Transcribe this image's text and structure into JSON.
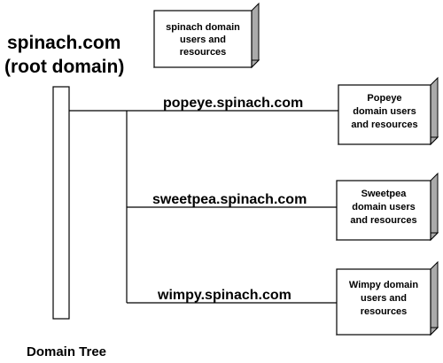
{
  "root": {
    "title_line1": "spinach.com",
    "title_line2": "(root domain)",
    "box_lines": [
      "spinach domain",
      "users and",
      "resources"
    ]
  },
  "children": [
    {
      "label": "popeye.spinach.com",
      "box_lines": [
        "Popeye",
        "domain users",
        "and resources"
      ]
    },
    {
      "label": "sweetpea.spinach.com",
      "box_lines": [
        "Sweetpea",
        "domain users",
        "and resources"
      ]
    },
    {
      "label": "wimpy.spinach.com",
      "box_lines": [
        "Wimpy domain",
        "users and",
        "resources"
      ]
    }
  ],
  "caption": "Domain Tree",
  "colors": {
    "line": "#000000",
    "box_front": "#ffffff",
    "box_side": "#aaaaaa"
  }
}
